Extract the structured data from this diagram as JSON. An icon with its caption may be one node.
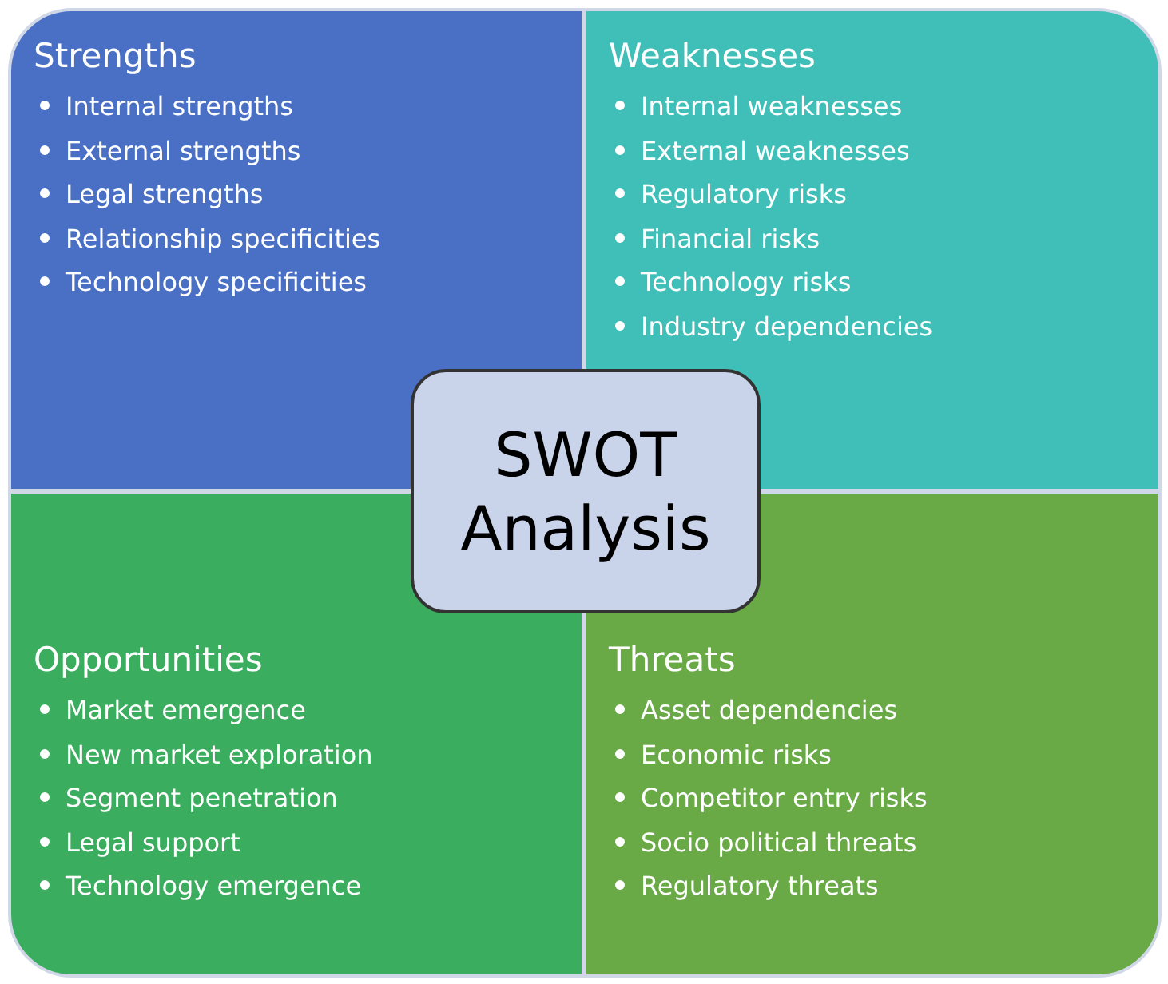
{
  "diagram": {
    "nodes": [
      {
        "text": [
          "Strengths",
          "Internal strengths",
          "External strengths",
          "Legal strengths",
          "Relationship specificities",
          "Technology specificities"
        ]
      },
      {
        "text": [
          "Weaknesses",
          "Internal weaknesses",
          "External weaknesses",
          "Regulatory risks",
          "Financial risks",
          "Technology risks",
          "Industry dependencies"
        ]
      },
      {
        "text": [
          "Opportunities",
          "Market emergence",
          "New market exploration",
          "Segment penetration",
          "Legal support",
          "Technology emergence"
        ]
      },
      {
        "text": [
          "Threats",
          "Asset dependencies",
          "Economic risks",
          "Competitor entry risks",
          "Socio political threats",
          "Regulatory threats"
        ]
      },
      {
        "text": [
          "SWOT Analysis"
        ]
      }
    ]
  }
}
